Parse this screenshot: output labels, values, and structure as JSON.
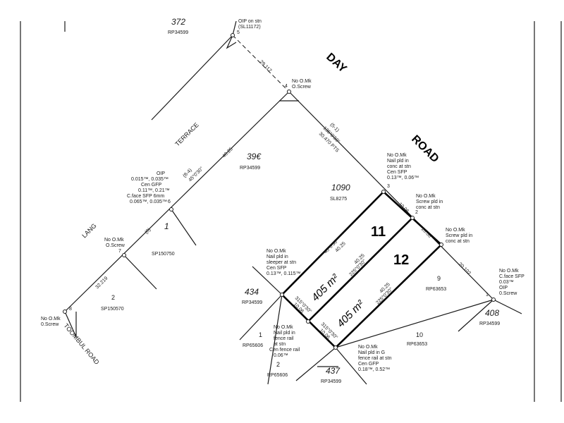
{
  "roads": {
    "day": "DAY",
    "road": "ROAD",
    "terrace": "TERRACE",
    "lang": "LANG",
    "toombul": "TOOMBUL ROAD"
  },
  "lots": {
    "lot_372": {
      "number": "372",
      "plan": "RP34599"
    },
    "lot_396": {
      "number": "39€",
      "plan": "RP34599"
    },
    "lot_1090": {
      "number": "1090",
      "plan": "SL8275"
    },
    "lot_1_sp": {
      "number": "1",
      "plan": "SP150750"
    },
    "lot_2_sp": {
      "number": "2",
      "plan": "SP150570"
    },
    "lot_434": {
      "number": "434",
      "plan": "RP34599"
    },
    "lot_9": {
      "number": "9",
      "plan": "RP63653"
    },
    "lot_10": {
      "number": "10",
      "plan": "RP63653"
    },
    "lot_408": {
      "number": "408",
      "plan": "RP34599"
    },
    "lot_437": {
      "number": "437",
      "plan": "RP34599"
    },
    "lot_1_rp": {
      "number": "1",
      "plan": "RP65606"
    },
    "lot_2_rp": {
      "number": "2",
      "plan": "RP65606"
    }
  },
  "new_lots": {
    "lot_11": {
      "number": "11",
      "area": "405 m²"
    },
    "lot_12": {
      "number": "12",
      "area": "405 m²"
    }
  },
  "stations": {
    "s1": {
      "id": "1",
      "notes": [
        "No O.Mk",
        "C.face SFP",
        "0.03™",
        "OIP",
        "0.Screw"
      ]
    },
    "s2": {
      "id": "2",
      "notes": [
        "No O.Mk",
        "Screw pld in",
        "conc at stn"
      ]
    },
    "s2b": {
      "notes": [
        "No O.Mk",
        "Screw pld in",
        "conc at stn"
      ]
    },
    "s3": {
      "id": "3",
      "notes": [
        "No O.Mk",
        "Nail pld in",
        "conc at stn",
        "Cen SFP",
        "0.13™, 0.06™"
      ]
    },
    "s4": {
      "id": "4",
      "notes": [
        "No O.Mk",
        "O.Screw"
      ]
    },
    "s5": {
      "id": "5",
      "notes": [
        "OIP on stn",
        "(SL11172)"
      ]
    },
    "s6": {
      "id": "6",
      "notes": [
        "OIP",
        "0.015™, 0.035™",
        "Cen GFP",
        "0.11™, 0.21™",
        "C.face SFP 6mm",
        "0.065™, 0.035™"
      ]
    },
    "s7": {
      "id": "7",
      "notes": [
        "No O.Mk",
        "O.Screw"
      ]
    },
    "s8": {
      "id": "8",
      "notes": [
        "No O.Mk",
        "0.Screw"
      ]
    },
    "sA": {
      "notes": [
        "No O.Mk",
        "Nail pld in",
        "sleeper at stn",
        "Cen SFP",
        "0.13™, 0.115™"
      ]
    },
    "sB": {
      "notes": [
        "No O.Mk",
        "Nail pld in",
        "fence rail",
        "at stn",
        "Cen fence rail",
        "0.06™"
      ]
    },
    "sC": {
      "notes": [
        "No O.Mk",
        "Nail pld in G",
        "fence rail at stn",
        "Cen GFP",
        "0.18™, 0.52™"
      ]
    }
  },
  "dims": {
    "d_5_4": "29.117",
    "d_4_3a": "135°0'30\"",
    "d_4_3b": "30.470 PTS",
    "d_4_3c": "(5-1)",
    "d_6_4a": "(8-4)",
    "d_6_4b": "45°0'30\"",
    "d_6_4c": "40.25",
    "d_7_6": "(8)",
    "d_8_7": "32.219",
    "d_3_2": "10.06",
    "d_2_2b": "10.06",
    "d_2b_1": "20.102",
    "d_w11a": "45°0'30\"",
    "d_w11b": "40.25",
    "d_mid_a": "40.25",
    "d_mid_b": "225°0'30\"",
    "d_e12_a": "40.25",
    "d_e12_b": "225°0'30\"",
    "d_sw_a": "315°0'30\"",
    "d_sw_b": "10.06",
    "d_sw2_a": "315°0'30\"",
    "d_sw2_b": "10.06"
  }
}
